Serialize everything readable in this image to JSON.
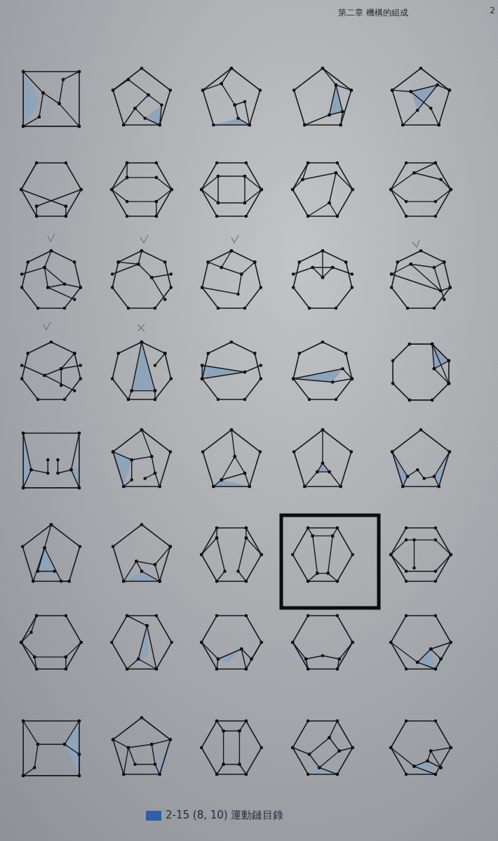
{
  "diagram": {
    "caption": "2-15 (8, 10) 運動鏈目錄",
    "labels": [
      "第二章 機構的組成",
      "2"
    ]
  }
}
